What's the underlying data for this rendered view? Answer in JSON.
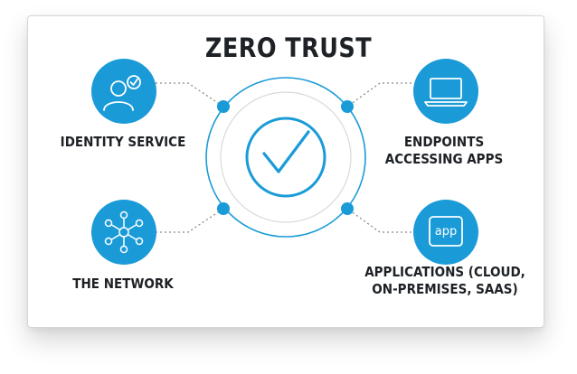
{
  "diagram": {
    "title": "ZERO TRUST",
    "nodes": {
      "identity": {
        "line1": "IDENTITY SERVICE",
        "icon": "user-check-icon"
      },
      "network": {
        "line1": "THE NETWORK",
        "icon": "network-hub-icon"
      },
      "endpoints": {
        "line1": "ENDPOINTS",
        "line2": "ACCESSING APPS",
        "icon": "laptop-icon"
      },
      "applications": {
        "line1": "APPLICATIONS (CLOUD,",
        "line2": "ON-PREMISES, SAAS)",
        "icon": "app-tile-icon",
        "icon_text": "app"
      }
    },
    "center_icon": "checkmark-icon"
  },
  "colors": {
    "accent": "#1a9bd7",
    "text": "#1e2226",
    "ring_light": "#d9d9d9",
    "connector": "#8a8a8a"
  }
}
